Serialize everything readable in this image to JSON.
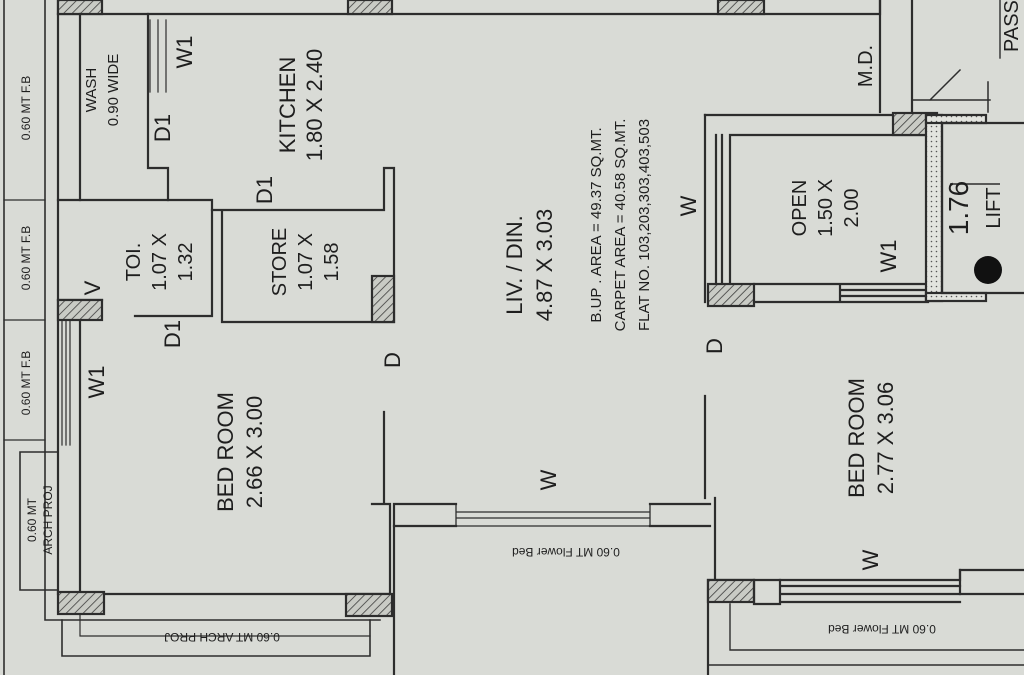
{
  "rooms": {
    "wash": {
      "name": "WASH",
      "size": "0.90 WIDE"
    },
    "kitchen": {
      "name": "KITCHEN",
      "size": "1.80 X 2.40"
    },
    "toilet": {
      "name": "TOI.",
      "size_a": "1.07 X",
      "size_b": "1.32"
    },
    "store": {
      "name": "STORE",
      "size_a": "1.07 X",
      "size_b": "1.58"
    },
    "bedroom_left": {
      "name": "BED ROOM",
      "size": "2.66 X 3.00"
    },
    "living": {
      "name": "LIV. / DIN.",
      "size": "4.87 X 3.03"
    },
    "open": {
      "name": "OPEN",
      "size_a": "1.50 X",
      "size_b": "2.00"
    },
    "bedroom_right": {
      "name": "BED ROOM",
      "size": "2.77 X 3.06"
    },
    "lift": {
      "name": "LIFT",
      "size": "1.76"
    },
    "md": "M.D.",
    "passage": "PASS"
  },
  "areas": {
    "builtup": "B.UP . AREA = 49.37 SQ.MT.",
    "carpet": "CARPET AREA = 40.58 SQ.MT.",
    "flat_no": "FLAT NO. 103,203,303,403,503"
  },
  "projections": {
    "fb": "0.60 MT F.B",
    "arch_box_a": "0.60 MT",
    "arch_box_b": "ARCH PROJ",
    "arch_bottom": "0.60 MT ARCH PROJ",
    "flower_bed": "0.60 MT Flower Bed"
  },
  "markers": {
    "w": "W",
    "w1": "W1",
    "d": "D",
    "d1": "D1",
    "v": "V"
  }
}
